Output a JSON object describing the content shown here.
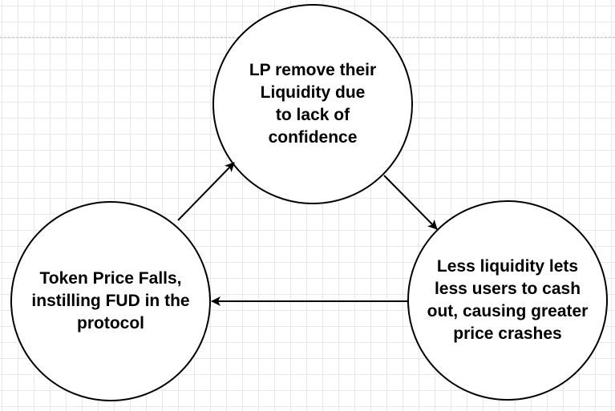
{
  "diagram": {
    "nodes": [
      {
        "id": "lp-remove",
        "label": "LP remove their\nLiquidity due\nto lack of\nconfidence"
      },
      {
        "id": "less-liquidity",
        "label": "Less liquidity lets\nless users to cash\nout, causing greater\nprice crashes"
      },
      {
        "id": "price-falls",
        "label": "Token Price Falls,\ninstilling FUD in the\nprotocol"
      }
    ],
    "edges": [
      {
        "from": "lp-remove",
        "to": "less-liquidity"
      },
      {
        "from": "less-liquidity",
        "to": "price-falls"
      },
      {
        "from": "price-falls",
        "to": "lp-remove"
      }
    ]
  }
}
